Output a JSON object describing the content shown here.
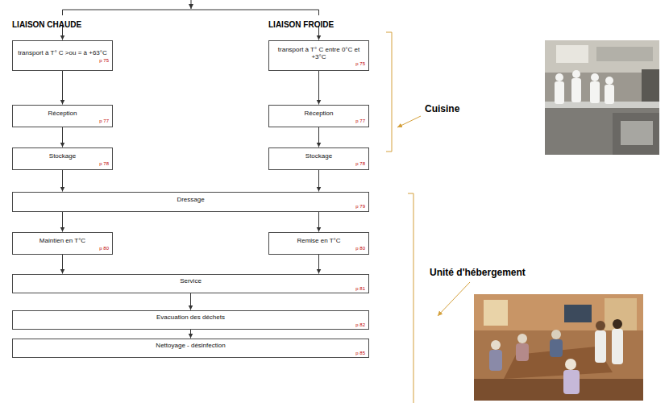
{
  "diagram": {
    "nodes": [
      {
        "text": [
          "LIAISON CHAUDE"
        ]
      },
      {
        "text": [
          "LIAISON FROIDE"
        ]
      },
      {
        "text": [
          "transport à T° C >ou = à +63°C",
          "p 75"
        ]
      },
      {
        "text": [
          "transport à T° C entre 0°C et +3°C",
          "p 75"
        ]
      },
      {
        "text": [
          "Réception",
          "p 77"
        ]
      },
      {
        "text": [
          "Réception",
          "p 77"
        ]
      },
      {
        "text": [
          "Stockage",
          "p 78"
        ]
      },
      {
        "text": [
          "Stockage",
          "p 78"
        ]
      },
      {
        "text": [
          "Dressage",
          "p 79"
        ]
      },
      {
        "text": [
          "Maintien en T°C",
          "p 80"
        ]
      },
      {
        "text": [
          "Remise en T°C",
          "p 80"
        ]
      },
      {
        "text": [
          "Service",
          "p 81"
        ]
      },
      {
        "text": [
          "Evacuation des déchets",
          "p 82"
        ]
      },
      {
        "text": [
          "Nettoyage - désinfection",
          "p 85"
        ]
      }
    ],
    "edges": [
      {
        "from": 0,
        "to": 2,
        "arrow": "to"
      },
      {
        "from": 1,
        "to": 3,
        "arrow": "to"
      },
      {
        "from": 2,
        "to": 4,
        "arrow": "to"
      },
      {
        "from": 3,
        "to": 5,
        "arrow": "to"
      },
      {
        "from": 4,
        "to": 6,
        "arrow": "to"
      },
      {
        "from": 5,
        "to": 7,
        "arrow": "to"
      },
      {
        "from": 6,
        "to": 8,
        "arrow": "to"
      },
      {
        "from": 7,
        "to": 8,
        "arrow": "to"
      },
      {
        "from": 8,
        "to": 9,
        "arrow": "to"
      },
      {
        "from": 8,
        "to": 10,
        "arrow": "to"
      },
      {
        "from": 9,
        "to": 11,
        "arrow": "to"
      },
      {
        "from": 10,
        "to": 11,
        "arrow": "to"
      },
      {
        "from": 11,
        "to": 12,
        "arrow": "to"
      },
      {
        "from": 12,
        "to": 13,
        "arrow": "to"
      }
    ],
    "labels": [
      "Cuisine",
      "Unité d'hébergement"
    ]
  }
}
